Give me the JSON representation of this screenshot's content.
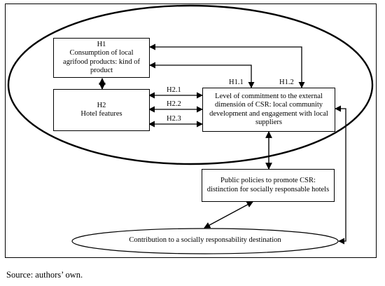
{
  "boxes": {
    "h1": {
      "id": "H1",
      "text": "Consumption of local agrifood products: kind of product"
    },
    "h2": {
      "id": "H2",
      "text": "Hotel features"
    },
    "csr": {
      "text": "Level of commitment to the external dimensión of CSR: local community development and engagement with local suppliers"
    },
    "policy": {
      "text": "Public policies to promote CSR: distinction for socially responsable hotels"
    }
  },
  "destination": {
    "text": "Contribution to a socially responsability destination"
  },
  "arrow_labels": {
    "h2_1": "H2.1",
    "h2_2": "H2.2",
    "h2_3": "H2.3",
    "h1_1": "H1.1",
    "h1_2": "H1.2"
  },
  "source": "Source: authors’ own."
}
